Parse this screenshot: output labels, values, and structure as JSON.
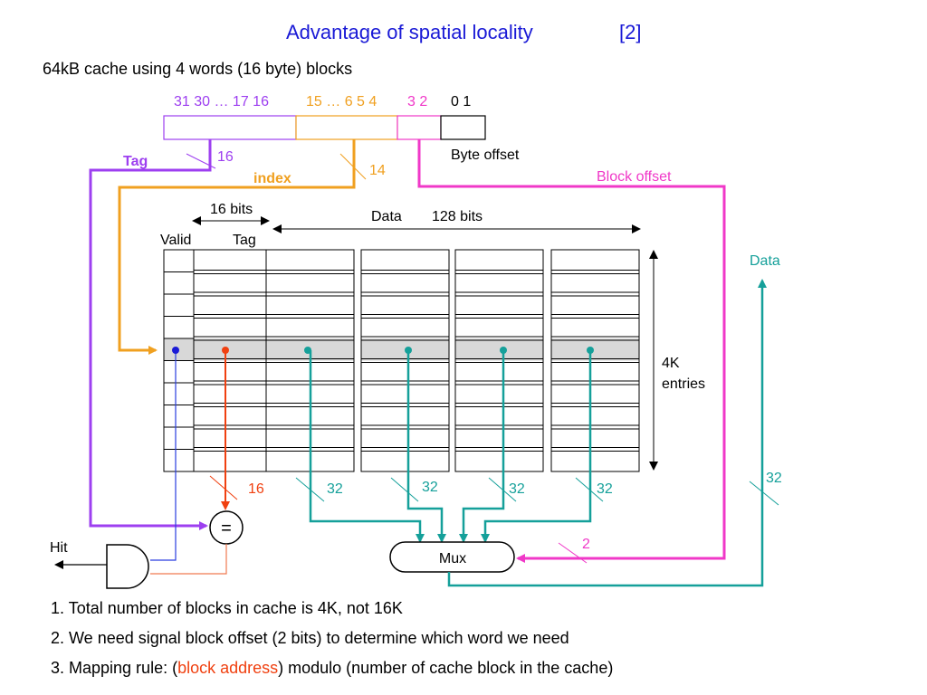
{
  "title": {
    "text": "Advantage of spatial locality",
    "ref": "[2]"
  },
  "subtitle": "64kB cache using 4 words (16 byte) blocks",
  "address": {
    "tag_bits": "31 30 … 17 16",
    "index_bits": "15 … 6 5 4",
    "block_offset_bits": "3 2",
    "byte_offset_bits": "0 1",
    "byte_offset_label": "Byte offset",
    "tag_label": "Tag",
    "tag_width": "16",
    "index_label": "index",
    "index_width": "14",
    "block_offset_label": "Block offset"
  },
  "cache": {
    "tag_width_label": "16 bits",
    "data_width_label": "Data",
    "data_bits_label": "128 bits",
    "valid_header": "Valid",
    "tag_header": "Tag",
    "entries_count": "4K",
    "entries_label": "entries"
  },
  "signals": {
    "tag_out_width": "16",
    "word_widths": [
      "32",
      "32",
      "32",
      "32"
    ],
    "comparator": "=",
    "hit_label": "Hit",
    "mux_label": "Mux",
    "mux_select_width": "2",
    "data_out_label": "Data",
    "data_out_width": "32"
  },
  "notes": [
    {
      "prefix": "1. Total number of blocks in cache is 4K, not 16K",
      "highlight": "",
      "suffix": ""
    },
    {
      "prefix": "2. We need signal block offset (2 bits) to determine which word we need",
      "highlight": "",
      "suffix": ""
    },
    {
      "prefix": "3. Mapping rule: (",
      "highlight": "block address",
      "suffix": ") modulo (number of cache block in the cache)"
    }
  ],
  "colors": {
    "title": "#1a1ad6",
    "tag": "#9d3ff0",
    "index": "#f0a020",
    "block_offset": "#f038c8",
    "teal": "#15a09a",
    "red": "#f04010",
    "highlight_row": "#d8d8d8"
  }
}
